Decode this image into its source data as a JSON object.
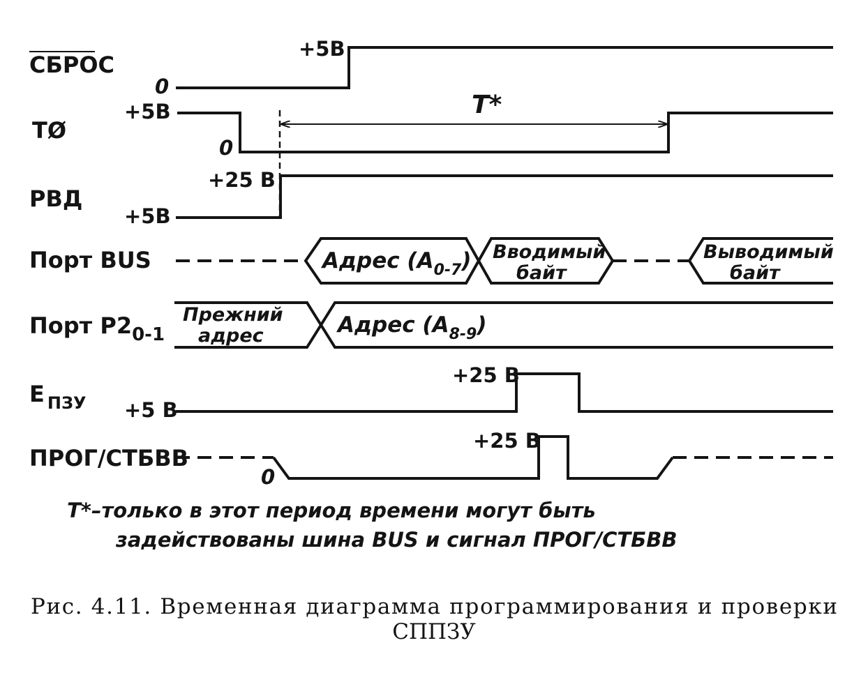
{
  "signals": {
    "reset": "СБРОС",
    "t0": "ТØ",
    "rvd": "РВД",
    "bus": "Порт BUS",
    "p2": "Порт Р2",
    "p2_sub": "0-1",
    "eprom": "E",
    "eprom_sub": "ПЗУ",
    "prog": "ПРОГ/СТБВВ"
  },
  "levels": {
    "v5": "+5В",
    "v5s": "+5 В",
    "v25": "+25 В",
    "zero": "0"
  },
  "period": {
    "label": "T*"
  },
  "bus_boxes": {
    "address_main": "Адрес (A",
    "address_sub": "0-7",
    "address_close": ")",
    "in_byte_1": "Вводимый",
    "in_byte_2": "байт",
    "out_byte_1": "Выводимый",
    "out_byte_2": "байт"
  },
  "p2_boxes": {
    "prev_1": "Прежний",
    "prev_2": "адрес",
    "address_main": "Адрес (A",
    "address_sub": "8-9",
    "address_close": ")"
  },
  "note": {
    "line1": "T*–только в этот период времени могут быть",
    "line2": "задействованы шина BUS и сигнал ПРОГ/СТБВВ"
  },
  "caption": {
    "line1": "Рис. 4.11. Временная диаграмма программирования и проверки",
    "line2": "СППЗУ"
  }
}
